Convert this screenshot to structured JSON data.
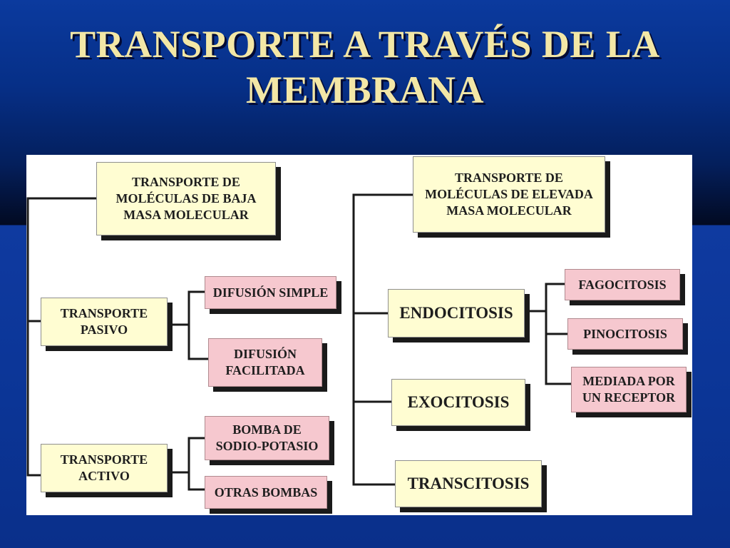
{
  "slide": {
    "title_line1": "TRANSPORTE A TRAVÉS DE LA",
    "title_line2": "MEMBRANA"
  },
  "diagram": {
    "low_mass": {
      "line1": "TRANSPORTE DE",
      "line2": "MOLÉCULAS DE BAJA",
      "line3": "MASA MOLECULAR"
    },
    "high_mass": {
      "line1": "TRANSPORTE DE",
      "line2": "MOLÉCULAS DE ELEVADA",
      "line3": "MASA MOLECULAR"
    },
    "passive": {
      "line1": "TRANSPORTE",
      "line2": "PASIVO"
    },
    "simple_diffusion": {
      "line1": "DIFUSIÓN SIMPLE"
    },
    "facilitated_diffusion": {
      "line1": "DIFUSIÓN",
      "line2": "FACILITADA"
    },
    "active": {
      "line1": "TRANSPORTE",
      "line2": "ACTIVO"
    },
    "sodium_potassium_pump": {
      "line1": "BOMBA DE",
      "line2": "SODIO-POTASIO"
    },
    "other_pumps": {
      "line1": "OTRAS BOMBAS"
    },
    "endocytosis": {
      "line1": "ENDOCITOSIS"
    },
    "phagocytosis": {
      "line1": "FAGOCITOSIS"
    },
    "pinocytosis": {
      "line1": "PINOCITOSIS"
    },
    "receptor_mediated": {
      "line1": "MEDIADA POR",
      "line2": "UN RECEPTOR"
    },
    "exocytosis": {
      "line1": "EXOCITOSIS"
    },
    "transcytosis": {
      "line1": "TRANSCITOSIS"
    },
    "colors": {
      "category_box": "#fffdd2",
      "leaf_box": "#f6c8cf",
      "connector": "#1a1a1a",
      "title_text": "#f3e7a6"
    }
  }
}
